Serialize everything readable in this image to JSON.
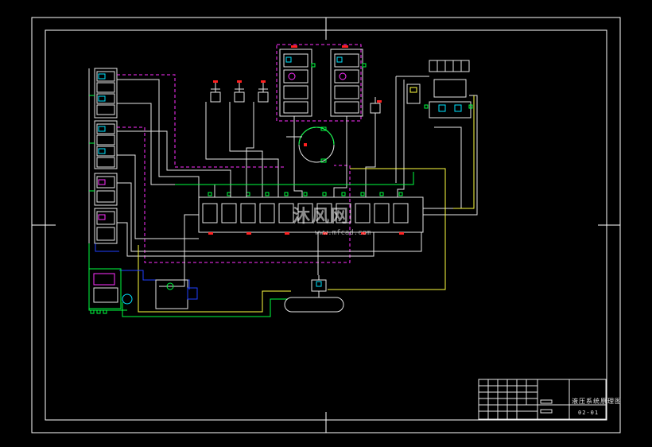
{
  "drawing": {
    "title": "液压系统原理图",
    "code": "02-01"
  },
  "watermark": {
    "text": "沐风网",
    "url": "www.mfcad.com"
  },
  "colors": {
    "background": "#000000",
    "frame": "#ffffff",
    "line": "#e6e6e6",
    "cyan": "#00e5ff",
    "green": "#00ff40",
    "magenta": "#ff30ff",
    "red": "#ff2020",
    "yellow": "#ffff40",
    "blue": "#2040ff"
  }
}
